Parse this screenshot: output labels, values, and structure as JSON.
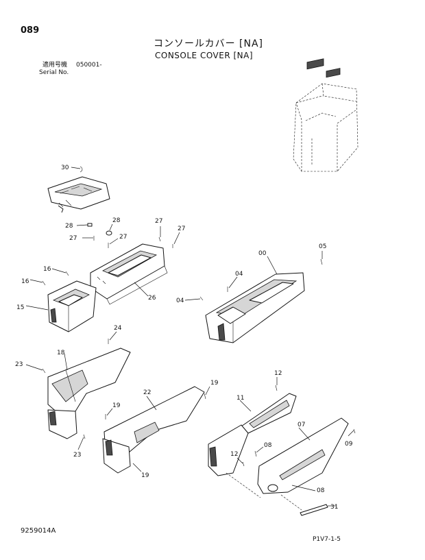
{
  "header": {
    "page_number": "089",
    "title_jp": "コンソールカバー [NA]",
    "title_en": "CONSOLE COVER [NA]",
    "serial_label_jp": "適用号機",
    "serial_value": "050001-",
    "serial_label_en": "Serial No."
  },
  "footer": {
    "drawing_number": "9259014A",
    "page_ref": "P1V7-1-5"
  },
  "callouts": {
    "c30": "30",
    "c28a": "28",
    "c28b": "28",
    "c27a": "27",
    "c27b": "27",
    "c27c": "27",
    "c27d": "27",
    "c16a": "16",
    "c16b": "16",
    "c15": "15",
    "c26": "26",
    "c00": "00",
    "c05": "05",
    "c04a": "04",
    "c04b": "04",
    "c24": "24",
    "c18": "18",
    "c23a": "23",
    "c23b": "23",
    "c19a": "19",
    "c19b": "19",
    "c19c": "19",
    "c22": "22",
    "c12a": "12",
    "c12b": "12",
    "c11": "11",
    "c07": "07",
    "c09": "09",
    "c08a": "08",
    "c08b": "08",
    "c31": "31"
  }
}
